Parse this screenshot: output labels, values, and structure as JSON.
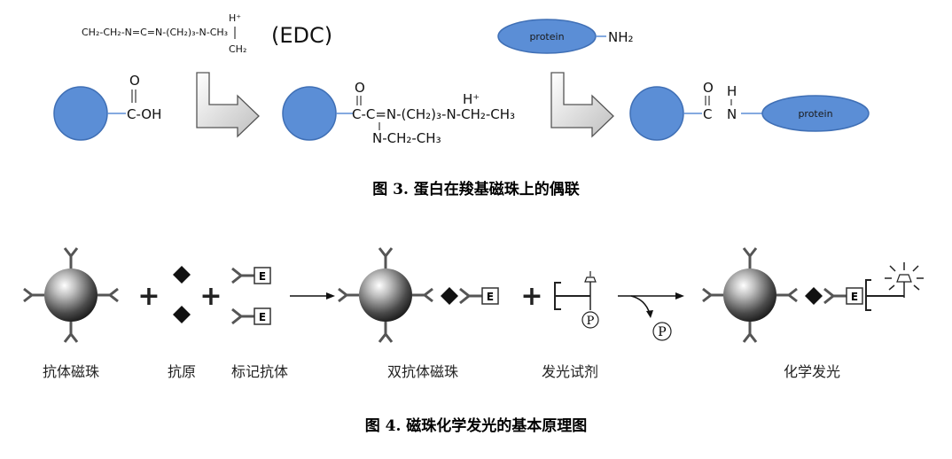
{
  "fig3": {
    "edc_formula": "CH₂-CH₂-N=C=N-(CH₂)₃-N-CH₃",
    "edc_h": "H⁺",
    "edc_ch3": "CH₂",
    "edc_label": "(EDC)",
    "protein_label": "protein",
    "nh2": "NH₂",
    "o": "O",
    "cooh": "C-OH",
    "mid_chain": "C-C=N-(CH₂)₃-N-CH₂-CH₃",
    "mid_h": "H⁺",
    "mid_sub": "N-CH₂-CH₃",
    "product_c": "C",
    "product_h": "H",
    "product_n": "N",
    "product_protein": "protein",
    "caption": "图 3.  蛋白在羧基磁珠上的偶联",
    "colors": {
      "bead": "#5b8ed6",
      "bead_stroke": "#3f6fb5",
      "arrow_fill": "#f2f2f2",
      "arrow_stroke": "#555555"
    }
  },
  "fig4": {
    "plus_sign": "+",
    "enzyme_letter": "E",
    "phosphate": "P",
    "labels": {
      "antibody_bead": "抗体磁珠",
      "antigen": "抗原",
      "labeled_antibody": "标记抗体",
      "double_antibody_bead": "双抗体磁珠",
      "luminescent_reagent": "发光试剂",
      "chemiluminescence": "化学发光"
    },
    "caption": "图 4.  磁珠化学发光的基本原理图"
  }
}
